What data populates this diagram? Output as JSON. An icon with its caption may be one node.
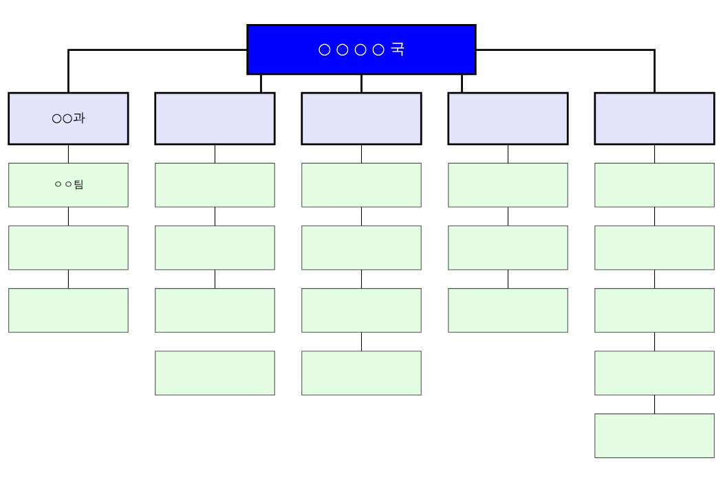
{
  "diagram": {
    "nodes": [
      {
        "text": [
          "○ ○ ○ ○ 국"
        ]
      },
      {
        "text": [
          "○○과"
        ]
      },
      {
        "text": [],
        "shape": "box"
      },
      {
        "text": [],
        "shape": "box"
      },
      {
        "text": [],
        "shape": "box"
      },
      {
        "text": [],
        "shape": "box"
      },
      {
        "text": [
          "ㅇㅇ팀"
        ]
      },
      {
        "text": [],
        "shape": "box"
      },
      {
        "text": [],
        "shape": "box"
      },
      {
        "text": [],
        "shape": "box"
      },
      {
        "text": [],
        "shape": "box"
      },
      {
        "text": [],
        "shape": "box"
      },
      {
        "text": [],
        "shape": "box"
      },
      {
        "text": [],
        "shape": "box"
      },
      {
        "text": [],
        "shape": "box"
      },
      {
        "text": [],
        "shape": "box"
      },
      {
        "text": [],
        "shape": "box"
      },
      {
        "text": [],
        "shape": "box"
      },
      {
        "text": [],
        "shape": "box"
      },
      {
        "text": [],
        "shape": "box"
      },
      {
        "text": [],
        "shape": "box"
      },
      {
        "text": [],
        "shape": "box"
      },
      {
        "text": [],
        "shape": "box"
      },
      {
        "text": [],
        "shape": "box"
      },
      {
        "text": [],
        "shape": "box"
      }
    ],
    "edges": [
      {
        "from": 0,
        "to": 1,
        "arrow": "none",
        "style": "thick"
      },
      {
        "from": 0,
        "to": 2,
        "arrow": "none",
        "style": "thick"
      },
      {
        "from": 0,
        "to": 3,
        "arrow": "none",
        "style": "thick"
      },
      {
        "from": 0,
        "to": 4,
        "arrow": "none",
        "style": "thick"
      },
      {
        "from": 0,
        "to": 5,
        "arrow": "none",
        "style": "thick"
      },
      {
        "from": 1,
        "to": 6,
        "arrow": "none"
      },
      {
        "from": 6,
        "to": 7,
        "arrow": "none"
      },
      {
        "from": 7,
        "to": 8,
        "arrow": "none"
      },
      {
        "from": 2,
        "to": 9,
        "arrow": "none"
      },
      {
        "from": 9,
        "to": 10,
        "arrow": "none"
      },
      {
        "from": 10,
        "to": 11,
        "arrow": "none"
      },
      {
        "from": 3,
        "to": 13,
        "arrow": "none"
      },
      {
        "from": 13,
        "to": 14,
        "arrow": "none"
      },
      {
        "from": 14,
        "to": 15,
        "arrow": "none"
      },
      {
        "from": 15,
        "to": 16,
        "arrow": "none"
      },
      {
        "from": 4,
        "to": 17,
        "arrow": "none"
      },
      {
        "from": 17,
        "to": 18,
        "arrow": "none"
      },
      {
        "from": 18,
        "to": 19,
        "arrow": "none"
      },
      {
        "from": 5,
        "to": 20,
        "arrow": "none"
      },
      {
        "from": 20,
        "to": 21,
        "arrow": "none"
      },
      {
        "from": 21,
        "to": 22,
        "arrow": "none"
      },
      {
        "from": 22,
        "to": 23,
        "arrow": "none"
      },
      {
        "from": 23,
        "to": 24,
        "arrow": "none"
      }
    ]
  }
}
